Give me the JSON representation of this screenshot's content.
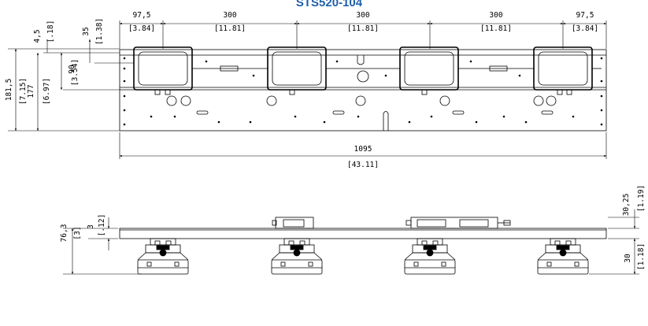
{
  "title": "STS520-104",
  "colors": {
    "title": "#1f5fa8",
    "line": "#000000",
    "background": "#ffffff"
  },
  "top_view": {
    "dims_top": [
      {
        "mm": "97,5",
        "inch": "[3.84]"
      },
      {
        "mm": "300",
        "inch": "[11.81]"
      },
      {
        "mm": "300",
        "inch": "[11.81]"
      },
      {
        "mm": "300",
        "inch": "[11.81]"
      },
      {
        "mm": "97,5",
        "inch": "[3.84]"
      }
    ],
    "dim_overall_width": {
      "mm": "1095",
      "inch": "[43.11]"
    },
    "dims_left": [
      {
        "mm": "4,5",
        "inch": "[.18]"
      },
      {
        "mm": "35",
        "inch": "[1.38]"
      },
      {
        "mm": "90",
        "inch": "[3.54]"
      },
      {
        "mm": "177",
        "inch": "[6.97]"
      },
      {
        "mm": "181,5",
        "inch": "[7.15]"
      }
    ],
    "unit_count": 4
  },
  "side_view": {
    "dims_left": [
      {
        "mm": "76,3",
        "inch": "[3]"
      },
      {
        "mm": "3",
        "inch": "[.12]"
      }
    ],
    "dims_right": [
      {
        "mm": "30,25",
        "inch": "[1.19]"
      },
      {
        "mm": "30",
        "inch": "[1.18]"
      }
    ],
    "foot_count": 4
  }
}
